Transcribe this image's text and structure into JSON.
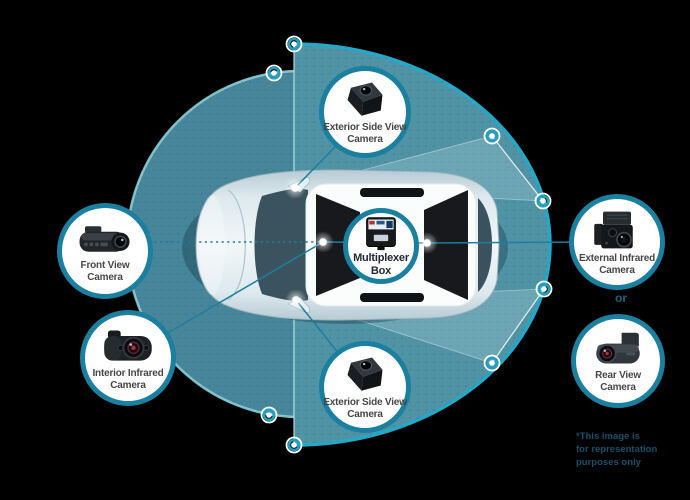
{
  "colors": {
    "accent": "#1b7f9f",
    "arc_stroke": "#25a7c8",
    "left_edge": "#8ad0da",
    "disc_left": "#47869a",
    "disc_right": "#4f93a5",
    "wedge": "rgba(255,255,255,0.17)",
    "label_text": "#474747",
    "multiplexer_text": "#202836",
    "or_text": "#17627e",
    "note_text": "#11506c"
  },
  "badges": {
    "exterior_side_top": {
      "line1": "Exterior Side View",
      "line2": "Camera"
    },
    "exterior_side_bottom": {
      "line1": "Exterior Side View",
      "line2": "Camera"
    },
    "front_view": {
      "line1": "Front View",
      "line2": "Camera"
    },
    "interior_infrared": {
      "line1": "Interior Infrared",
      "line2": "Camera"
    },
    "external_infrared": {
      "line1": "External Infrared",
      "line2": "Camera"
    },
    "rear_view": {
      "line1": "Rear View",
      "line2": "Camera"
    },
    "multiplexer": {
      "line1": "Multiplexer",
      "line2": "Box"
    }
  },
  "or_label": "or",
  "disclaimer": {
    "line1": "*This image is",
    "line2": "for representation",
    "line3": "purposes only"
  }
}
